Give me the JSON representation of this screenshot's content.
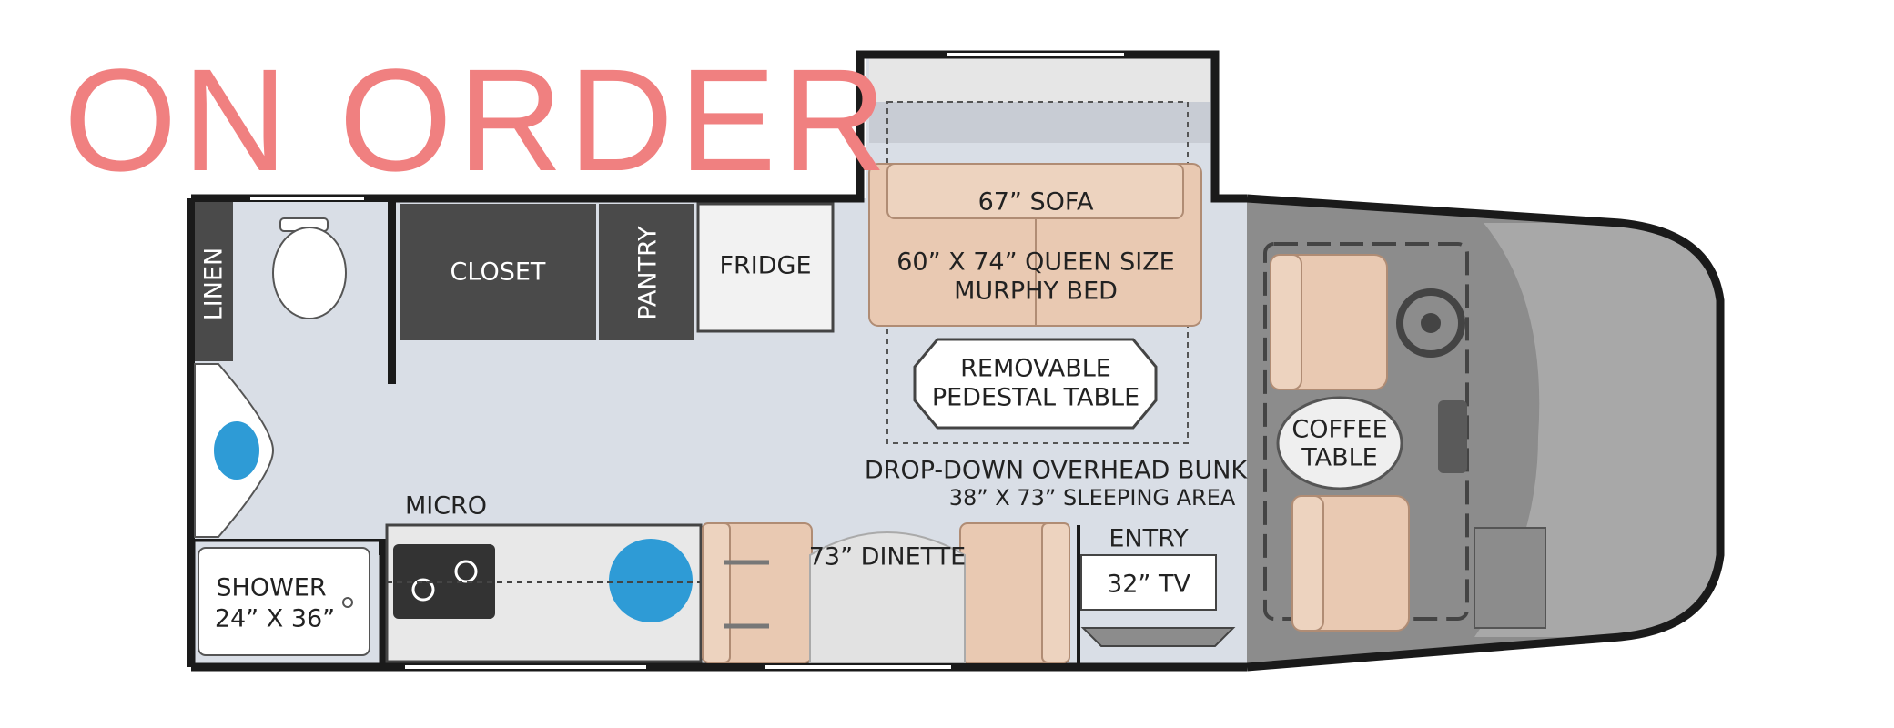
{
  "watermark": "ON ORDER",
  "labels": {
    "linen": "LINEN",
    "closet": "CLOSET",
    "pantry": "PANTRY",
    "fridge": "FRIDGE",
    "sofa": "67” SOFA",
    "bed_line1": "60” X 74” QUEEN SIZE",
    "bed_line2": "MURPHY BED",
    "table_line1": "REMOVABLE",
    "table_line2": "PEDESTAL TABLE",
    "bunk_line1": "DROP-DOWN OVERHEAD BUNK",
    "bunk_line2": "38” X 73” SLEEPING AREA",
    "micro": "MICRO",
    "dinette": "73” DINETTE",
    "entry": "ENTRY",
    "tv": "32” TV",
    "coffee_line1": "COFFEE",
    "coffee_line2": "TABLE",
    "shower_line1": "SHOWER",
    "shower_line2": "24” X 36”"
  },
  "colors": {
    "wall": "#1a1a1a",
    "floor": "#d9dee6",
    "cabinet_dark": "#4a4a4a",
    "upholstery": "#e9c9b2",
    "fixture_blue": "#2e9bd6",
    "watermark": "#f08080",
    "cab_gray": "#8c8c8c"
  }
}
